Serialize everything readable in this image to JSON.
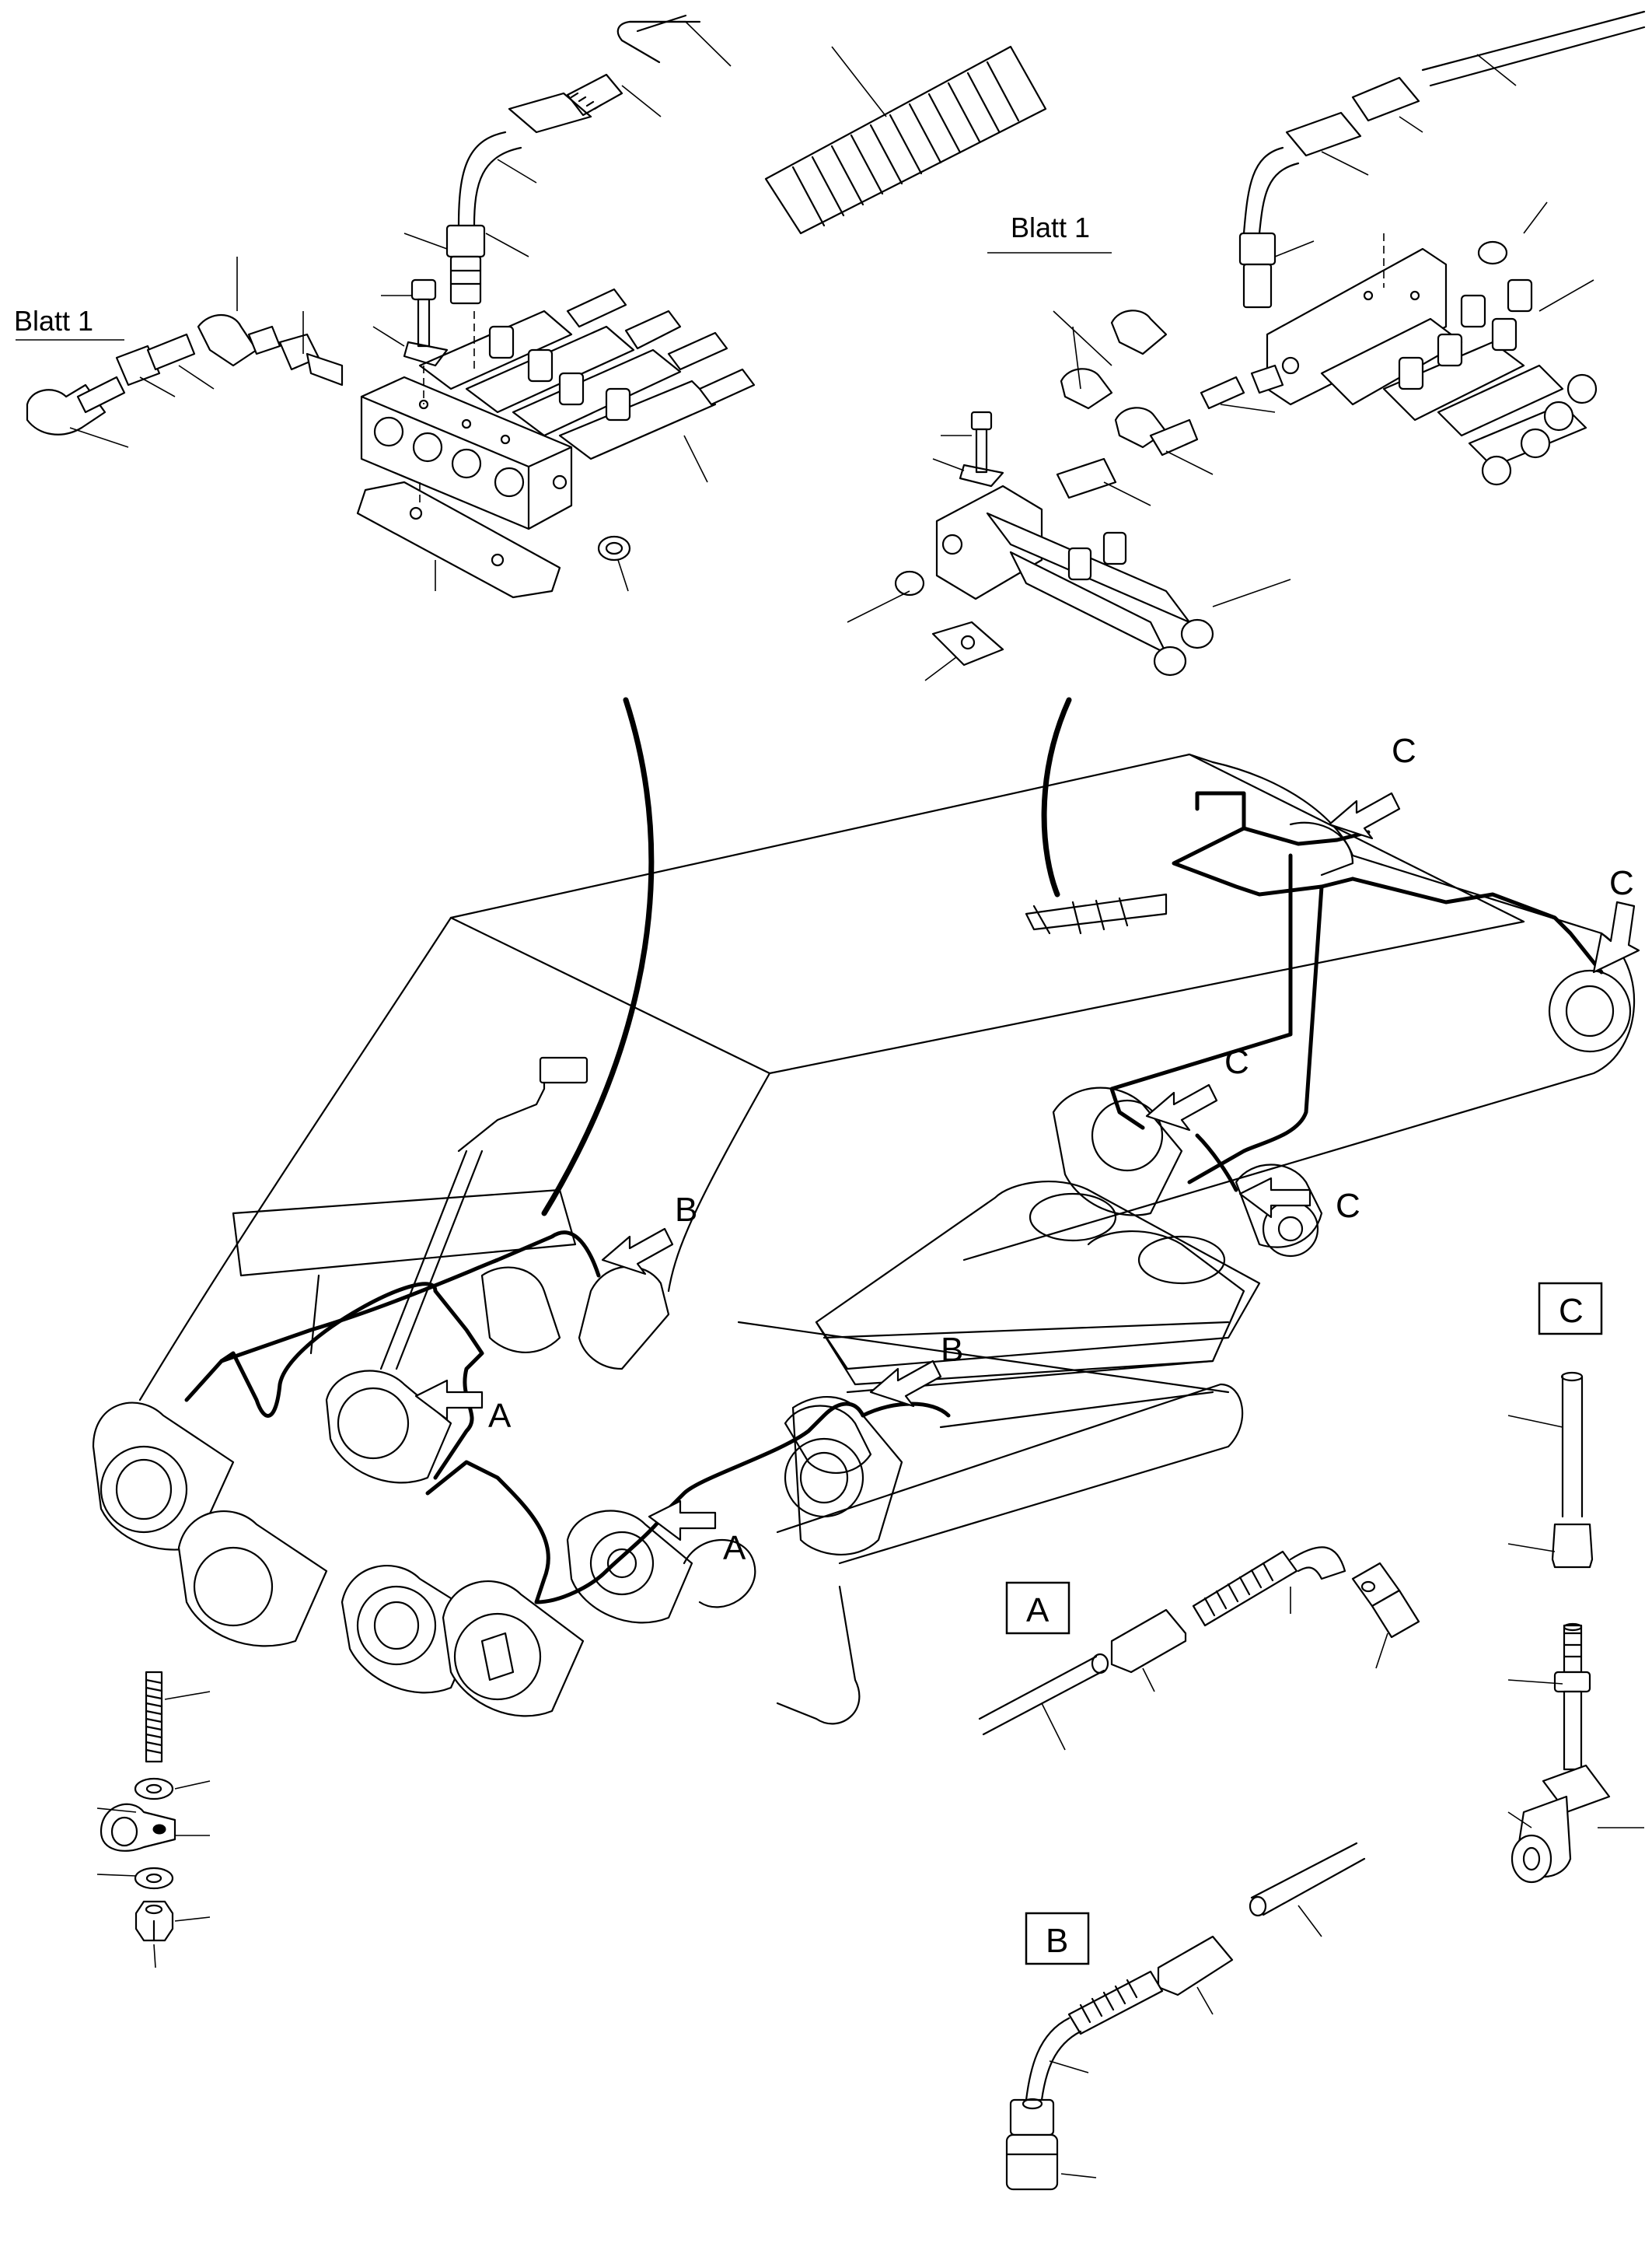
{
  "callouts": {
    "sheet_ref_left": "Blatt 1",
    "sheet_ref_right": "Blatt 1",
    "letter_a": "A",
    "letter_b": "B",
    "letter_c": "C"
  },
  "detail_boxes": {
    "a": "A",
    "b": "B",
    "c": "C"
  }
}
